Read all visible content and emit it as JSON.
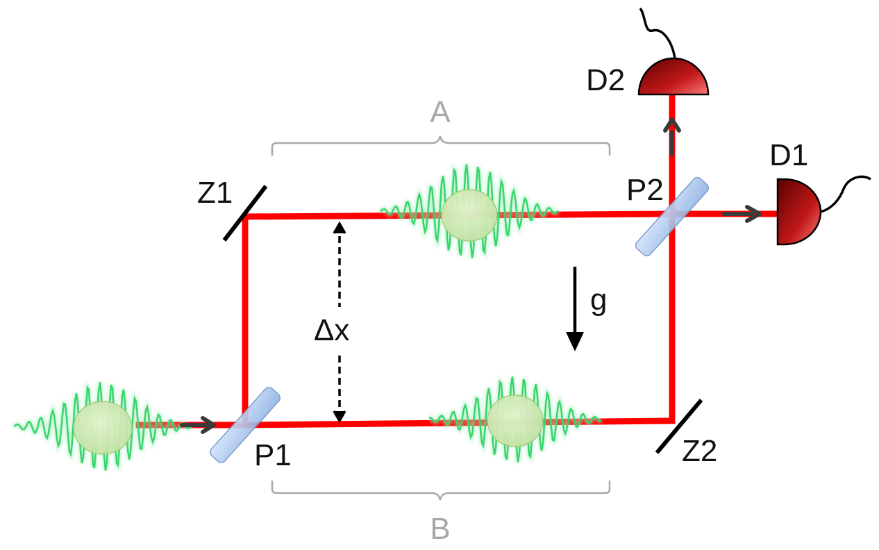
{
  "labels": {
    "a": "A",
    "b": "B",
    "z1": "Z1",
    "z2": "Z2",
    "p1": "P1",
    "p2": "P2",
    "d1": "D1",
    "d2": "D2",
    "dx": "Δx",
    "g": "g"
  },
  "colors": {
    "beam": "#ff0000",
    "wave": "#3fe07a",
    "atom_fill": "#cfe9b4",
    "splitter": "#a9c8ef",
    "mirror": "#000000",
    "detector": "#a50d0d",
    "bracket": "#a8a8a8",
    "arrow": "#333333"
  }
}
